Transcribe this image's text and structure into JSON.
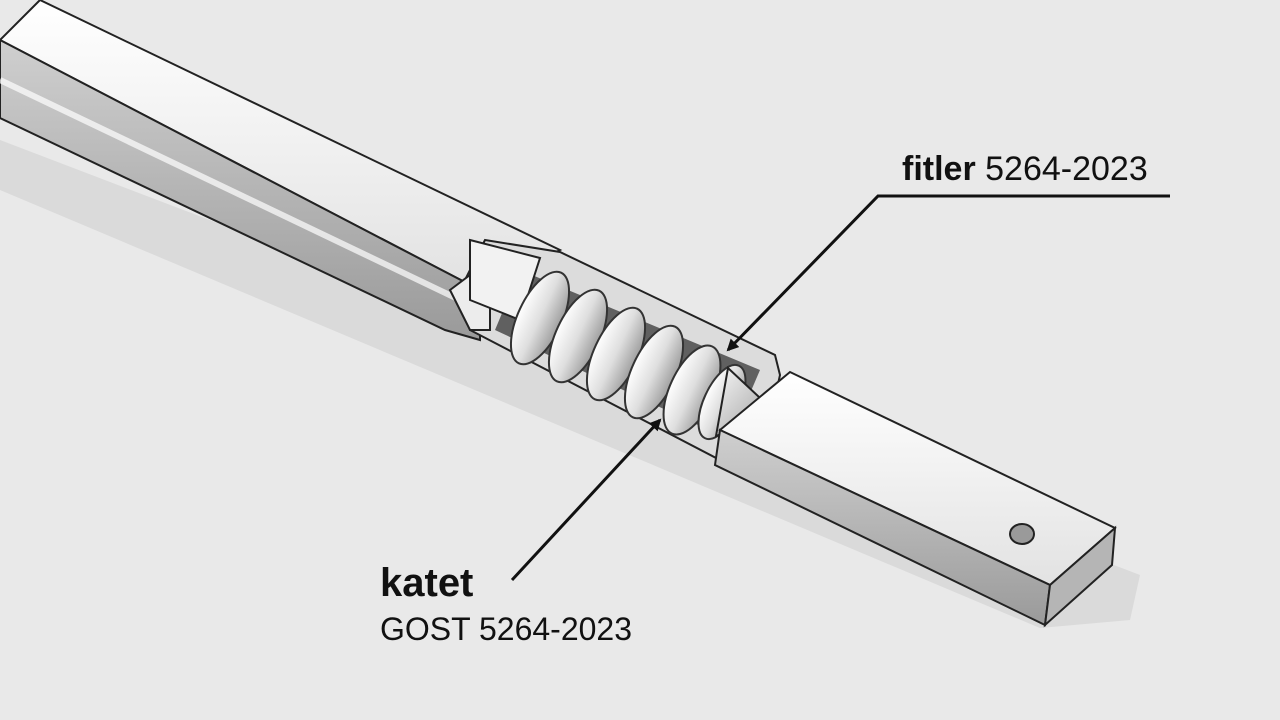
{
  "diagram": {
    "callout_top": {
      "term": "fitler",
      "code": "5264-2023"
    },
    "callout_bottom": {
      "term": "katet",
      "code": "GOST 5264-2023"
    },
    "colors": {
      "background": "#e9e9e9",
      "outline": "#222222",
      "metal_light": "#f4f4f4",
      "metal_mid": "#c9c9c9",
      "metal_dark": "#8a8a8a",
      "shadow": "#cfcfcf"
    }
  }
}
